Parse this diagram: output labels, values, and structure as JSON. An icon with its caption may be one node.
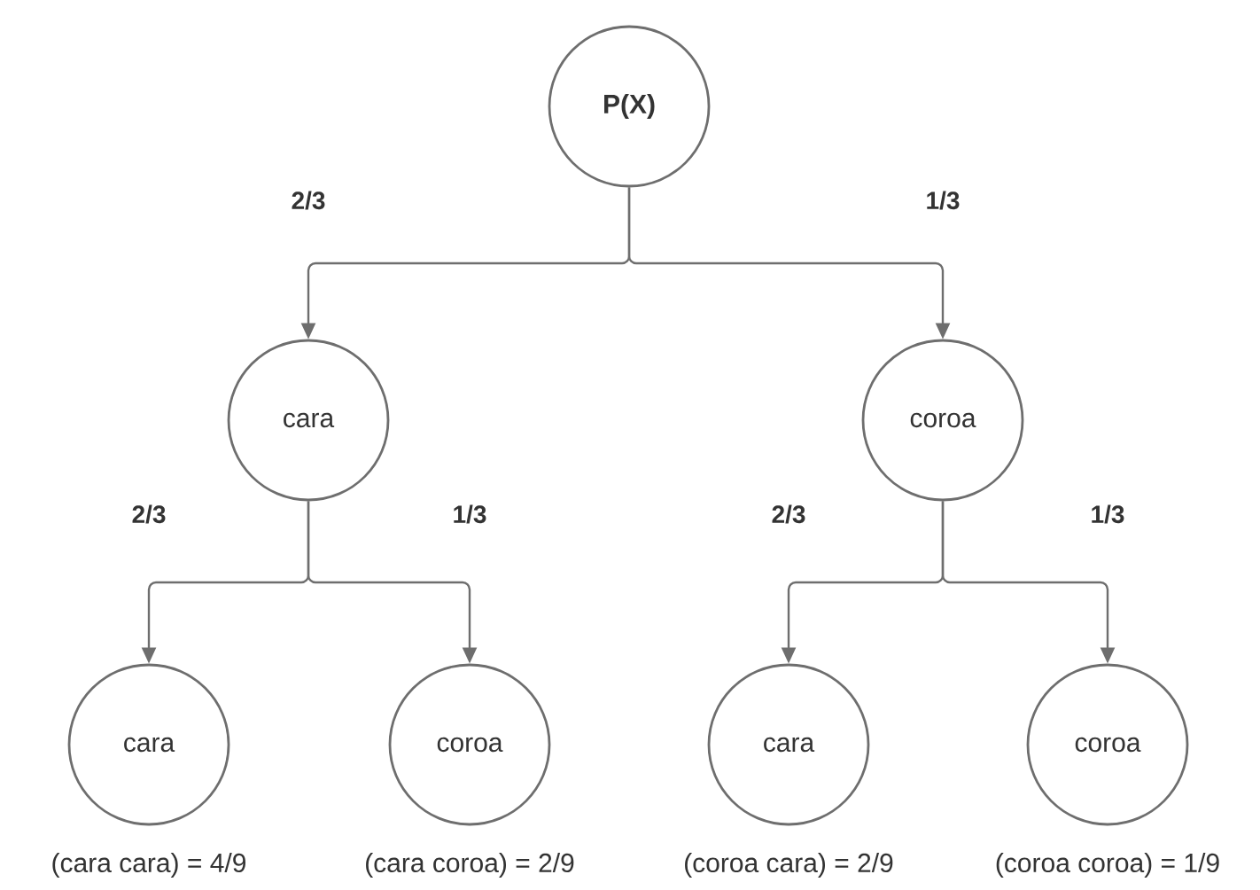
{
  "diagram": {
    "nodes": [
      {
        "text": [
          "P(X)"
        ]
      },
      {
        "text": [
          "cara"
        ]
      },
      {
        "text": [
          "coroa"
        ]
      },
      {
        "text": [
          "cara"
        ],
        "beside": [
          "(cara cara) = 4/9"
        ]
      },
      {
        "text": [
          "coroa"
        ],
        "beside": [
          "(cara coroa) = 2/9"
        ]
      },
      {
        "text": [
          "cara"
        ],
        "beside": [
          "(coroa cara) = 2/9"
        ]
      },
      {
        "text": [
          "coroa"
        ],
        "beside": [
          "(coroa coroa) = 1/9"
        ]
      }
    ],
    "edges": [
      {
        "from": 0,
        "to": 1,
        "arrow": "to",
        "label": "2/3"
      },
      {
        "from": 0,
        "to": 2,
        "arrow": "to",
        "label": "1/3"
      },
      {
        "from": 1,
        "to": 3,
        "arrow": "to",
        "label": "2/3"
      },
      {
        "from": 1,
        "to": 4,
        "arrow": "to",
        "label": "1/3"
      },
      {
        "from": 2,
        "to": 5,
        "arrow": "to",
        "label": "2/3"
      },
      {
        "from": 2,
        "to": 6,
        "arrow": "to",
        "label": "1/3"
      }
    ]
  }
}
